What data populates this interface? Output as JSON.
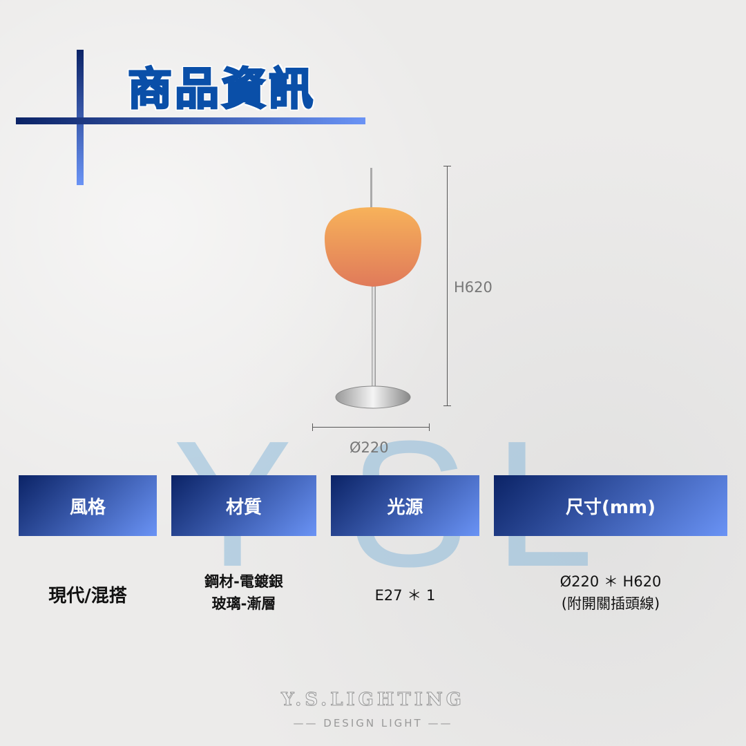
{
  "title": "商品資訊",
  "watermark": {
    "letters": [
      "Y",
      "S",
      "L"
    ]
  },
  "dimensions": {
    "height_label": "H620",
    "diameter_label": "Ø220"
  },
  "columns": [
    {
      "header": "風格",
      "values": [
        "現代/混搭"
      ]
    },
    {
      "header": "材質",
      "values": [
        "鋼材-電鍍銀",
        "玻璃-漸層"
      ]
    },
    {
      "header": "光源",
      "values": [
        "E27 ＊ 1"
      ]
    },
    {
      "header": "尺寸(mm)",
      "values": [
        "Ø220 ＊ H620",
        "(附開關插頭線)"
      ]
    }
  ],
  "brand": {
    "name": "Y.S.LIGHTING",
    "tagline": "—— DESIGN LIGHT ——"
  },
  "colors": {
    "accent_dark": "#0b2366",
    "accent_light": "#6a93f5",
    "title": "#0a4fa8",
    "lamp_shade": "#f0a060"
  }
}
